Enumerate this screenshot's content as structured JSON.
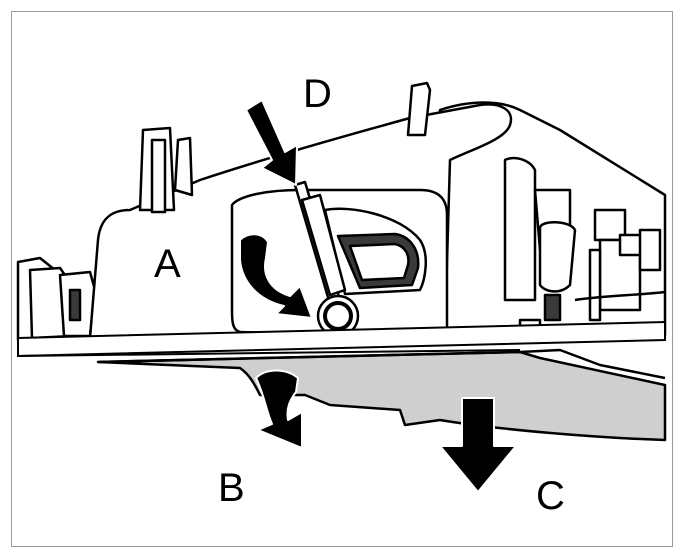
{
  "callouts": {
    "a": "A",
    "b": "B",
    "c": "C",
    "d": "D"
  },
  "colors": {
    "line": "#000000",
    "fill": "#ffffff",
    "panel_gray": "#cfcfcf",
    "dark_gray": "#3a3a3a",
    "frame": "#9a9a9a"
  },
  "icons": {
    "arrow_b": "curved-arrow-down-icon",
    "arrow_c": "straight-arrow-down-icon",
    "arrow_d": "angled-arrow-down-icon",
    "arrow_a": "curved-arrow-rotate-icon"
  }
}
